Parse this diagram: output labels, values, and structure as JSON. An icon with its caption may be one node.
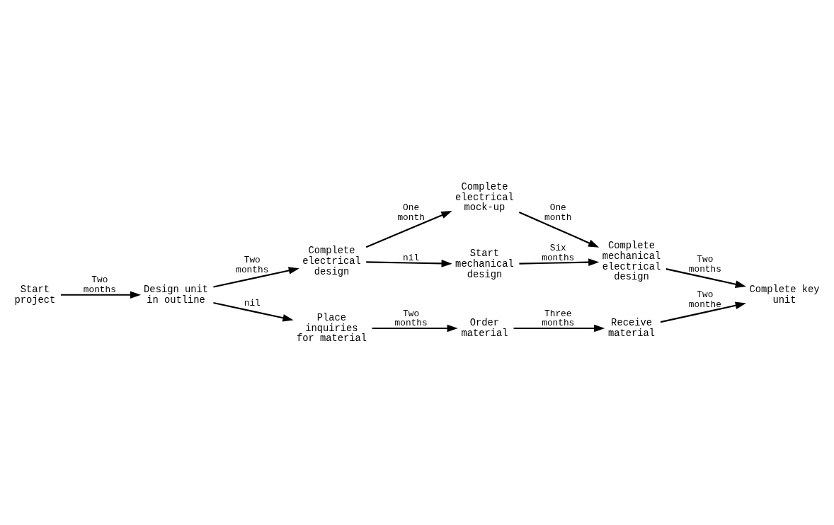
{
  "diagram": {
    "nodes": [
      {
        "text": [
          "Start project"
        ]
      },
      {
        "text": [
          "Design unit in outline"
        ]
      },
      {
        "text": [
          "Complete electrical design"
        ]
      },
      {
        "text": [
          "Complete electrical mock-up"
        ]
      },
      {
        "text": [
          "Start mechanical design"
        ]
      },
      {
        "text": [
          "Complete mechanical electrical design"
        ]
      },
      {
        "text": [
          "Complete key unit"
        ]
      },
      {
        "text": [
          "Place inquiries for material"
        ]
      },
      {
        "text": [
          "Order material"
        ]
      },
      {
        "text": [
          "Receive material"
        ]
      }
    ],
    "edges": [
      {
        "from": 0,
        "to": 1,
        "arrow": "to",
        "label": "Two months"
      },
      {
        "from": 1,
        "to": 2,
        "arrow": "to",
        "label": "Two months"
      },
      {
        "from": 2,
        "to": 3,
        "arrow": "to",
        "label": "One month"
      },
      {
        "from": 2,
        "to": 4,
        "arrow": "to",
        "label": "nil"
      },
      {
        "from": 3,
        "to": 5,
        "arrow": "to",
        "label": "One month"
      },
      {
        "from": 4,
        "to": 5,
        "arrow": "to",
        "label": "Six months"
      },
      {
        "from": 5,
        "to": 6,
        "arrow": "to",
        "label": "Two months"
      },
      {
        "from": 1,
        "to": 7,
        "arrow": "to",
        "label": "nil"
      },
      {
        "from": 7,
        "to": 8,
        "arrow": "to",
        "label": "Two months"
      },
      {
        "from": 8,
        "to": 9,
        "arrow": "to",
        "label": "Three months"
      },
      {
        "from": 9,
        "to": 6,
        "arrow": "to",
        "label": "Two monthe"
      }
    ]
  }
}
